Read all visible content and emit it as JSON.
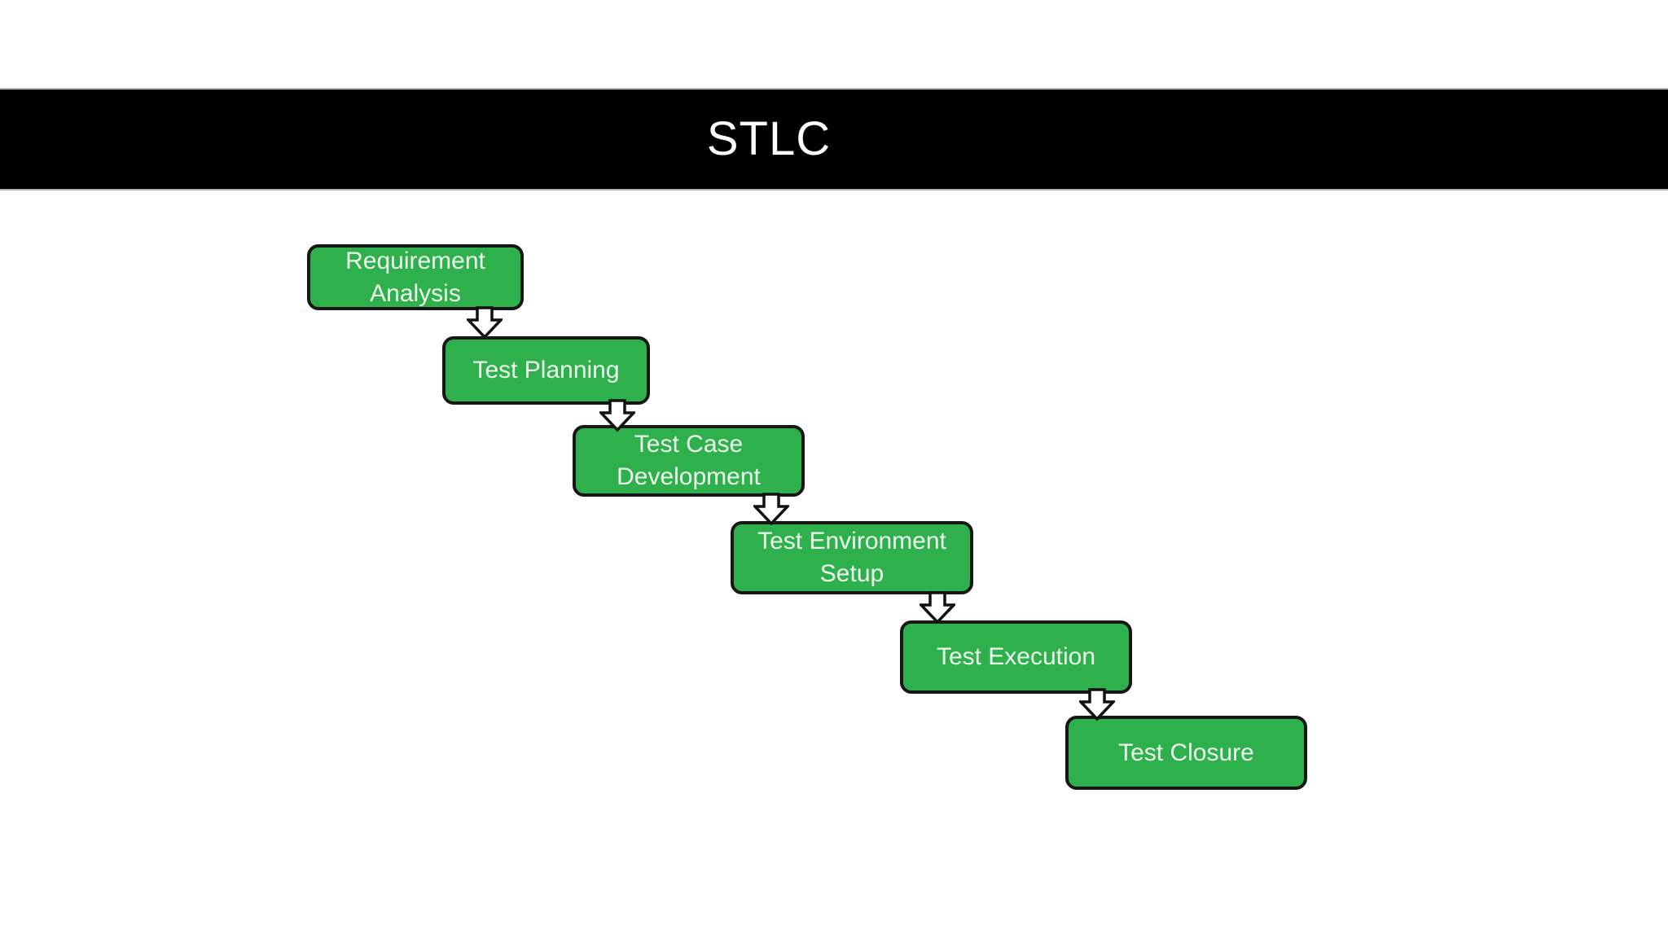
{
  "title": "STLC",
  "colors": {
    "title_bar_bg": "#000000",
    "title_text": "#ffffff",
    "box_fill": "#2eb04c",
    "box_border": "#161616",
    "box_text": "#eefaee",
    "arrow_fill": "#ffffff",
    "arrow_outline": "#111111"
  },
  "steps": [
    {
      "label": "Requirement Analysis"
    },
    {
      "label": "Test Planning"
    },
    {
      "label": "Test Case Development"
    },
    {
      "label": "Test Environment Setup"
    },
    {
      "label": "Test Execution"
    },
    {
      "label": "Test Closure"
    }
  ],
  "icons": {
    "flow_arrow": "down-block-arrow"
  }
}
